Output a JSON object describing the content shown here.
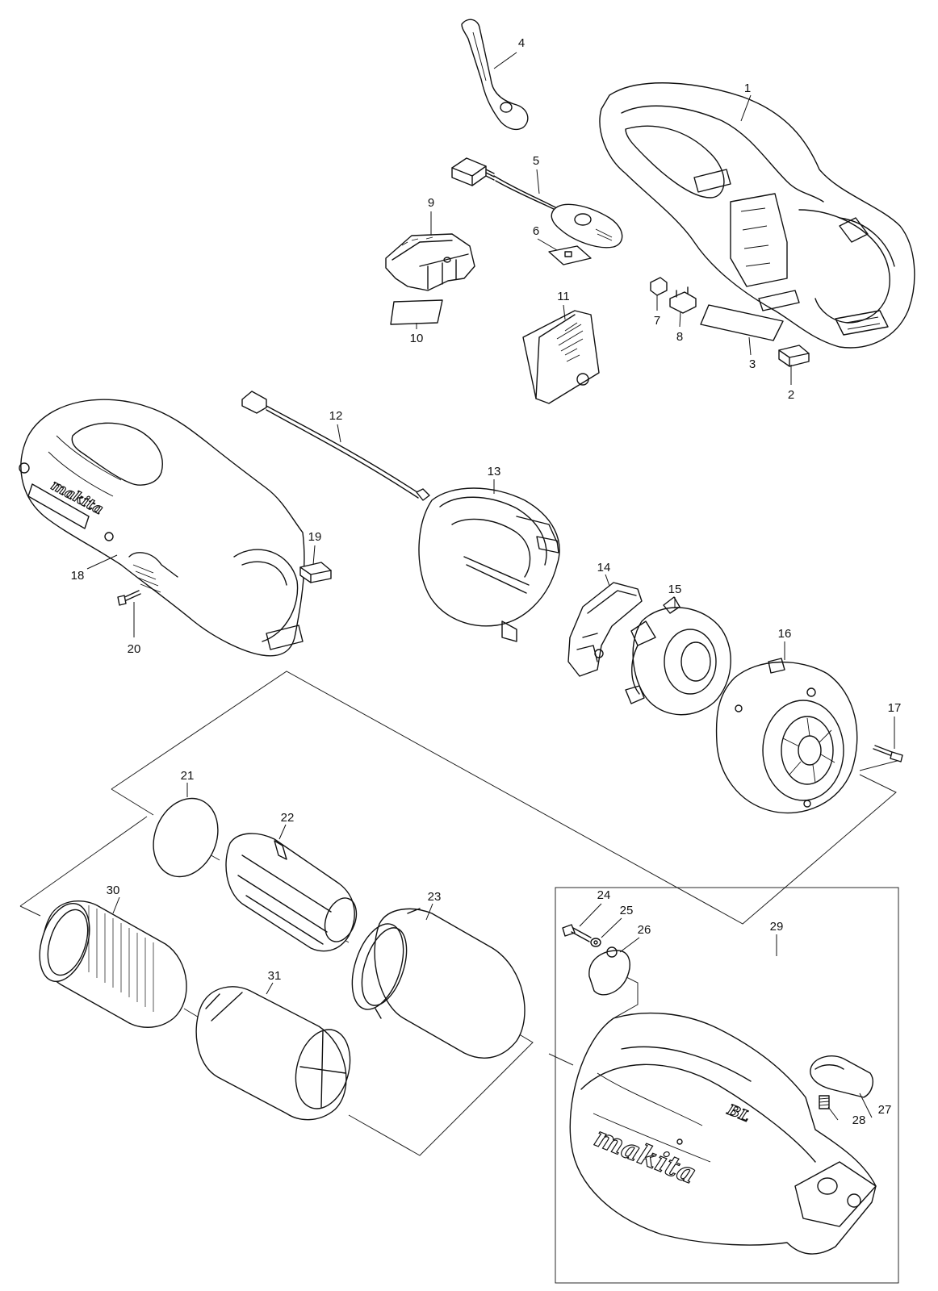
{
  "diagram": {
    "callouts": [
      "1",
      "2",
      "3",
      "4",
      "5",
      "6",
      "7",
      "8",
      "9",
      "10",
      "11",
      "12",
      "13",
      "14",
      "15",
      "16",
      "17",
      "18",
      "19",
      "20",
      "21",
      "22",
      "23",
      "24",
      "25",
      "26",
      "27",
      "28",
      "29",
      "30",
      "31"
    ],
    "brand_marks": {
      "rear_housing": "makita",
      "dust_case": "makita",
      "dust_case_badge": "BL"
    }
  }
}
